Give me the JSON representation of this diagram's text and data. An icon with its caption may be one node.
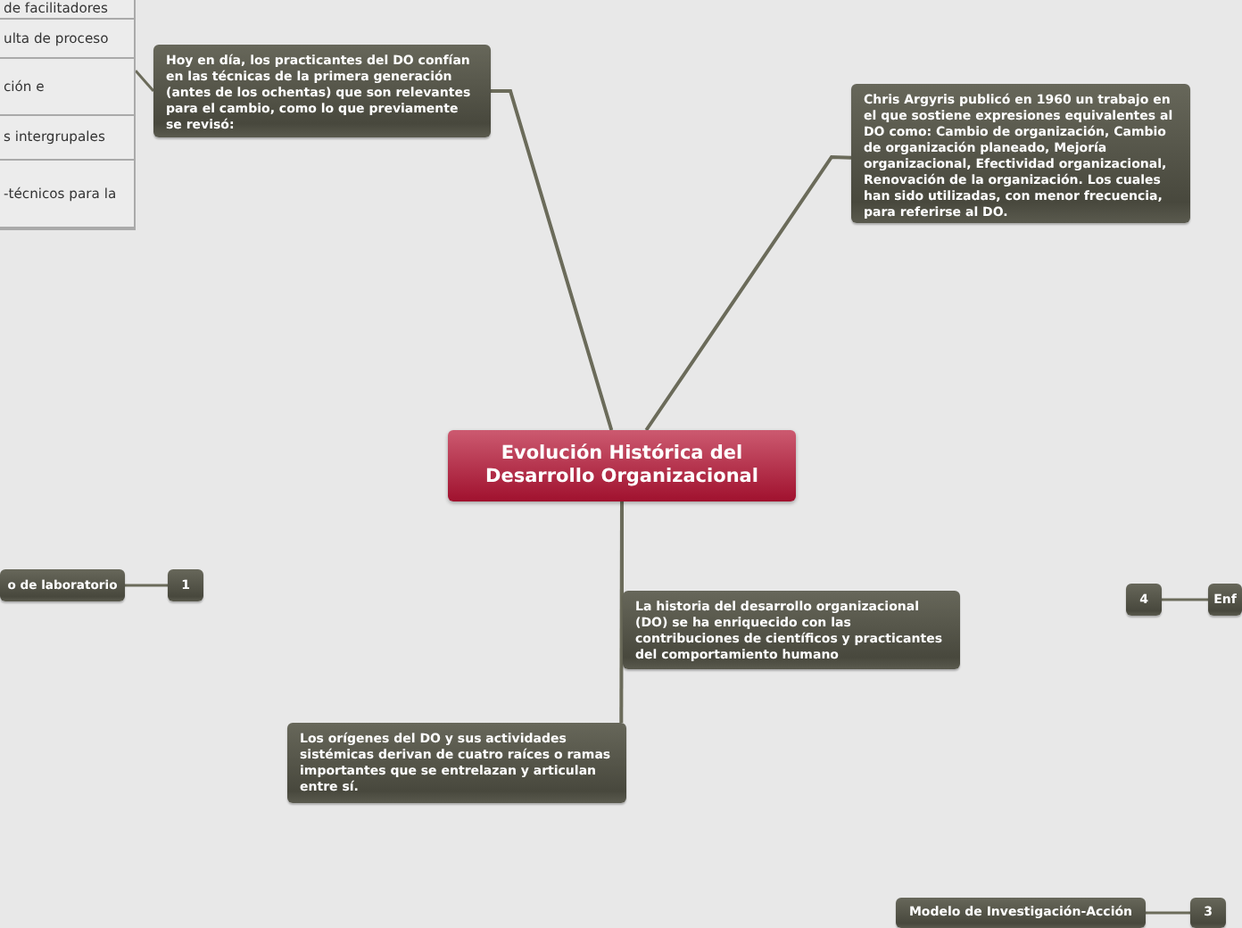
{
  "diagram": {
    "nodes": [
      {
        "text": [
          "Evolución Histórica del Desarrollo Organizacional"
        ]
      },
      {
        "text": [],
        "shape": "box"
      },
      {
        "text": [
          "de facilitadores"
        ],
        "in": 1
      },
      {
        "text": [
          "ulta de proceso"
        ],
        "in": 1
      },
      {
        "text": [
          "ción e"
        ],
        "in": 1
      },
      {
        "text": [
          "s intergrupales"
        ],
        "in": 1
      },
      {
        "text": [
          "-técnicos para la"
        ],
        "in": 1
      },
      {
        "text": [
          "Hoy en día, los practicantes del DO confían en las técnicas de la primera generación (antes de los ochentas) que son relevantes para el cambio, como lo que previamente se revisó:"
        ]
      },
      {
        "text": [
          "Chris Argyris publicó en 1960 un trabajo en el que sostiene expresiones equivalentes al DO como: Cambio de organización, Cambio de organización planeado, Mejoría organizacional, Efectividad organizacional, Renovación de la organización. Los cuales han sido utilizadas, con menor frecuencia, para referirse al DO."
        ]
      },
      {
        "text": [
          "o de laboratorio"
        ]
      },
      {
        "text": [
          "1"
        ]
      },
      {
        "text": [
          "4"
        ]
      },
      {
        "text": [
          "Enf"
        ]
      },
      {
        "text": [
          "La historia del desarrollo organizacional (DO) se ha enriquecido con las contribuciones de científicos y practicantes del comportamiento humano"
        ]
      },
      {
        "text": [
          "Los orígenes del DO y sus actividades sistémicas derivan de cuatro raíces o ramas importantes que se entrelazan y articulan entre sí."
        ]
      },
      {
        "text": [
          "Modelo de Investigación-Acción"
        ]
      },
      {
        "text": [
          "3"
        ]
      }
    ],
    "edges": [
      {
        "from": 0,
        "to": 7,
        "arrow": "none"
      },
      {
        "from": 0,
        "to": 8,
        "arrow": "none"
      },
      {
        "from": 0,
        "to": 13,
        "arrow": "none"
      },
      {
        "from": 0,
        "to": 14,
        "arrow": "none"
      },
      {
        "from": 7,
        "to": 1,
        "arrow": "none"
      },
      {
        "from": 9,
        "to": 10,
        "arrow": "none"
      },
      {
        "from": 11,
        "to": 12,
        "arrow": "none"
      },
      {
        "from": 15,
        "to": 16,
        "arrow": "none"
      }
    ]
  }
}
